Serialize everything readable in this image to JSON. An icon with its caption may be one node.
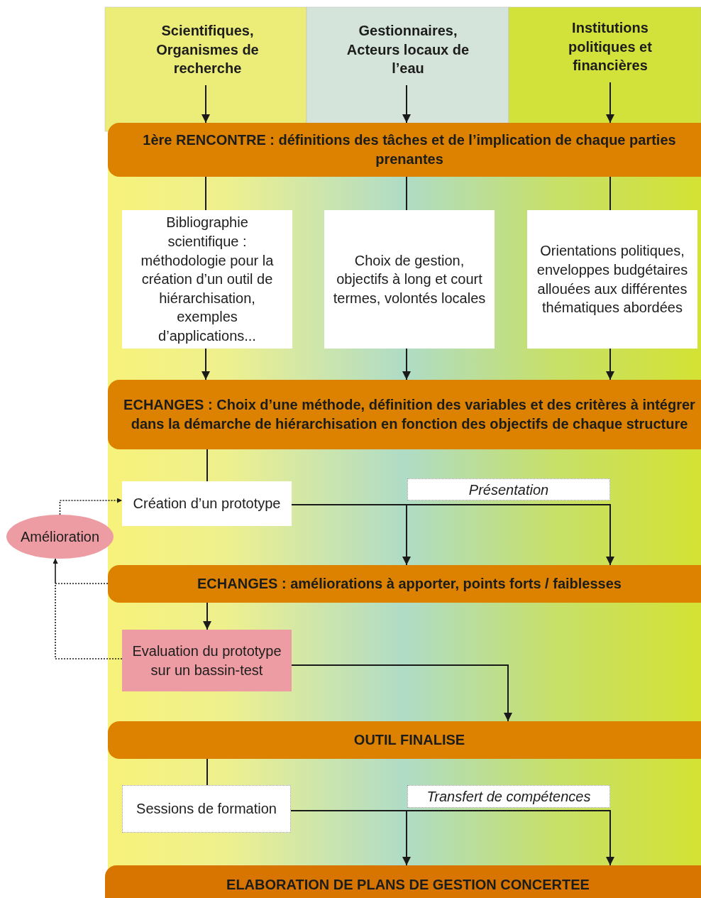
{
  "diagram": {
    "nodes": [
      {
        "text": [
          "Scientifiques, Organismes de recherche"
        ]
      },
      {
        "text": [
          "Gestionnaires, Acteurs locaux de l’eau"
        ]
      },
      {
        "text": [
          "Institutions politiques et financières"
        ]
      },
      {
        "text": [
          "1ère RENCONTRE : définitions des tâches et de l’implication de chaque parties prenantes"
        ]
      },
      {
        "text": [
          "Bibliographie scientifique : méthodologie pour la création d’un outil de hiérarchisation, exemples d’applications..."
        ]
      },
      {
        "text": [
          "Choix de gestion, objectifs à long et court termes, volontés locales"
        ]
      },
      {
        "text": [
          "Orientations politiques, enveloppes budgétaires allouées aux différentes thématiques abordées"
        ]
      },
      {
        "text": [
          "ECHANGES : Choix d’une méthode, définition des variables et des critères à intégrer dans la démarche de hiérarchisation en fonction des objectifs de chaque structure"
        ]
      },
      {
        "text": [
          "Création d’un prototype"
        ]
      },
      {
        "text": [
          "Amélioration"
        ]
      },
      {
        "text": [
          "ECHANGES : améliorations à apporter, points forts / faiblesses"
        ]
      },
      {
        "text": [
          "Evaluation du prototype sur un bassin-test"
        ]
      },
      {
        "text": [
          "OUTIL FINALISE"
        ]
      },
      {
        "text": [
          "Sessions de formation"
        ]
      },
      {
        "text": [
          "ELABORATION DE PLANS DE GESTION CONCERTEE"
        ]
      }
    ],
    "edges": [
      {
        "from": 0,
        "to": 3,
        "arrow": "to"
      },
      {
        "from": 1,
        "to": 3,
        "arrow": "to"
      },
      {
        "from": 2,
        "to": 3,
        "arrow": "to"
      },
      {
        "from": 3,
        "to": 4,
        "arrow": "none"
      },
      {
        "from": 3,
        "to": 5,
        "arrow": "none"
      },
      {
        "from": 3,
        "to": 6,
        "arrow": "none"
      },
      {
        "from": 4,
        "to": 7,
        "arrow": "to"
      },
      {
        "from": 5,
        "to": 7,
        "arrow": "to"
      },
      {
        "from": 6,
        "to": 7,
        "arrow": "to"
      },
      {
        "from": 7,
        "to": 8,
        "arrow": "none"
      },
      {
        "from": 8,
        "to": 10,
        "arrow": "to"
      },
      {
        "from": 8,
        "to": 10,
        "arrow": "to"
      },
      {
        "from": 9,
        "to": 8,
        "arrow": "to",
        "style": "dashed"
      },
      {
        "from": 10,
        "to": 9,
        "arrow": "to",
        "style": "dashed"
      },
      {
        "from": 11,
        "to": 9,
        "arrow": "to",
        "style": "dashed"
      },
      {
        "from": 10,
        "to": 11,
        "arrow": "to"
      },
      {
        "from": 11,
        "to": 12,
        "arrow": "to"
      },
      {
        "from": 12,
        "to": 13,
        "arrow": "none"
      },
      {
        "from": 13,
        "to": 14,
        "arrow": "to"
      },
      {
        "from": 13,
        "to": 14,
        "arrow": "to"
      }
    ],
    "labels": [
      "Présentation",
      "Transfert de compétences"
    ]
  }
}
